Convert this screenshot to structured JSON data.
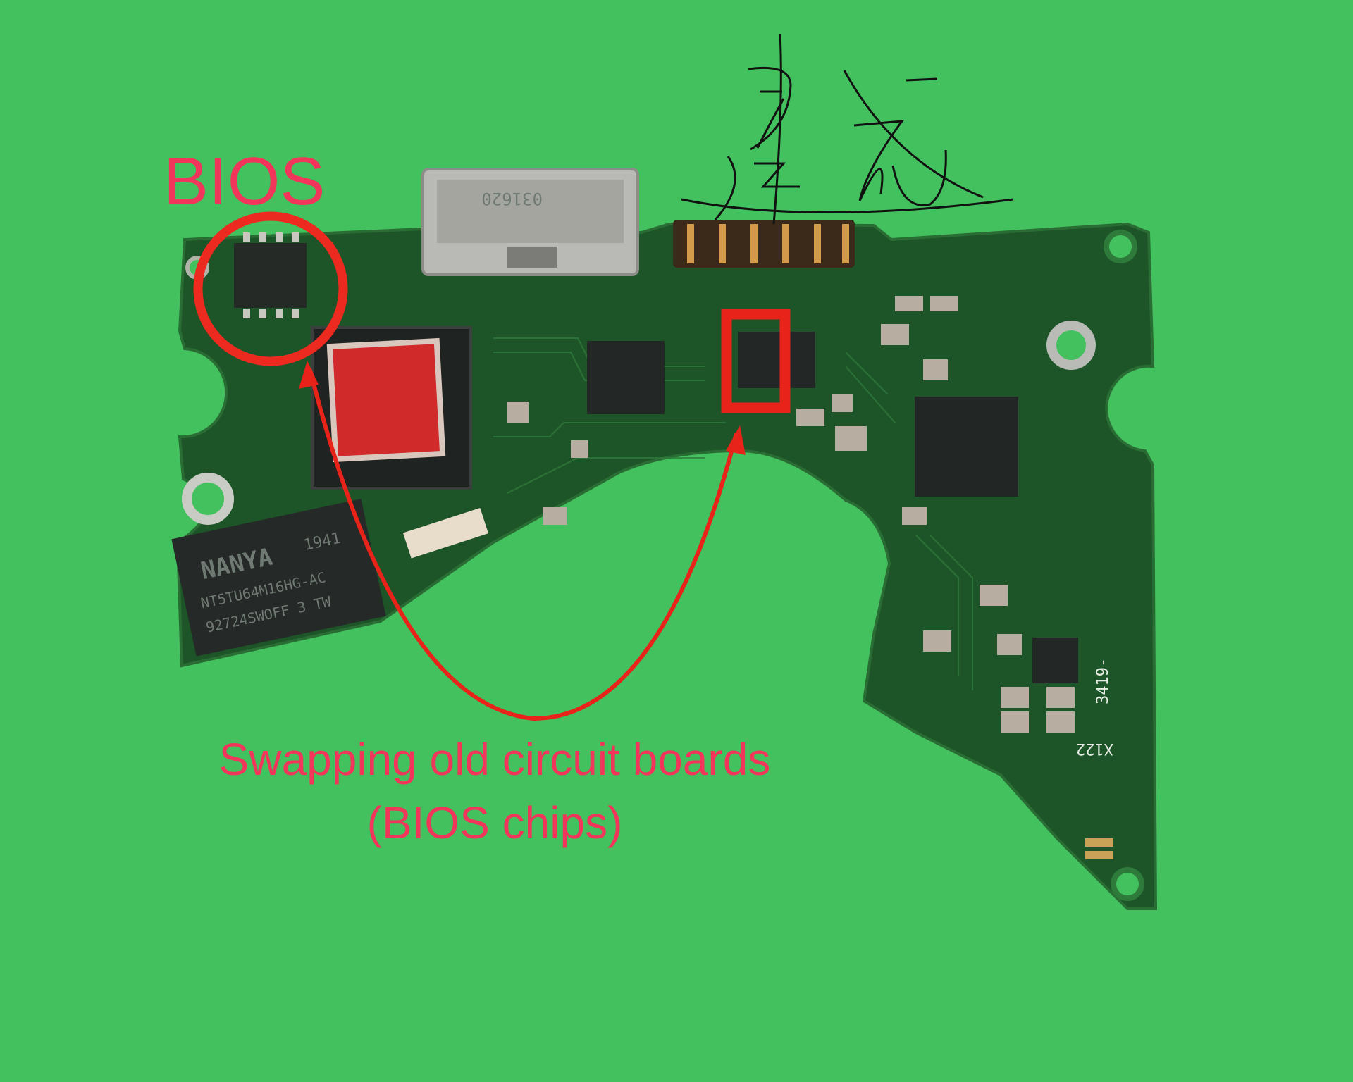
{
  "annotations": {
    "bios_label": "BIOS",
    "caption_line1": "Swapping old circuit boards",
    "caption_line2": "(BIOS chips)",
    "annotation_color": "#f2355a",
    "marker_color": "#e8231a"
  },
  "board": {
    "ram_chip": {
      "brand": "NANYA",
      "line1": "1941",
      "line2": "NT5TU64M16HG-AC",
      "line3": "92724SWOFF  3  TW"
    },
    "silkscreen": {
      "code": "3419-",
      "label": "X122"
    },
    "usb_connector_marking": "031620"
  },
  "colors": {
    "background": "#43c15e",
    "pcb": "#1d5528"
  }
}
